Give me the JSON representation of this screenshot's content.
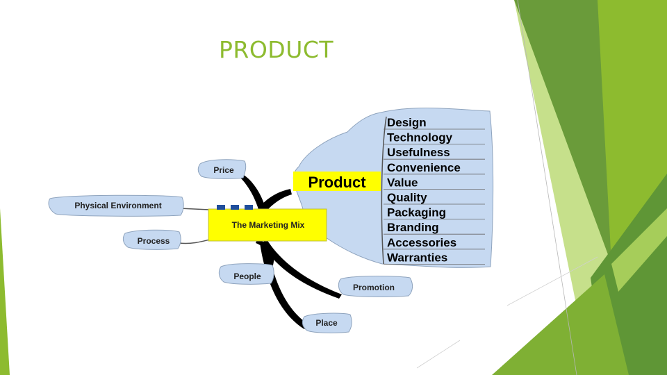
{
  "slide": {
    "title": "PRODUCT"
  },
  "theme": {
    "accent": "#8dbb2f",
    "accent_dark": "#5f9636",
    "accent_light": "#c6e08b",
    "cloud_fill": "#c6d9f1",
    "center_fill": "#ffff00"
  },
  "mind_map": {
    "center_label": "The Marketing Mix",
    "product_label": "Product",
    "product_attributes": [
      "Design",
      "Technology",
      "Usefulness",
      "Convenience",
      "Value",
      "Quality",
      "Packaging",
      "Branding",
      "Accessories",
      "Warranties"
    ],
    "branches": {
      "price": "Price",
      "physical_environment": "Physical Environment",
      "process": "Process",
      "people": "People",
      "promotion": "Promotion",
      "place": "Place"
    }
  }
}
